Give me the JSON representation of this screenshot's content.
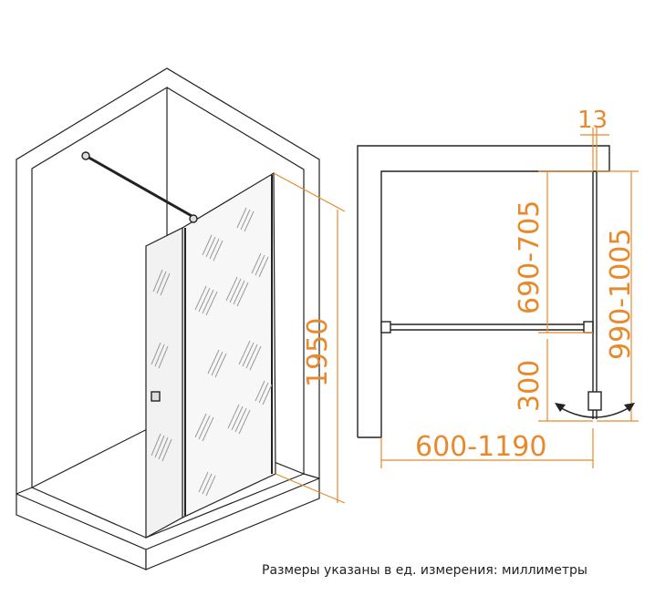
{
  "dimensions": {
    "height_total": "1950",
    "top_gap": "13",
    "brace_height": "690-705",
    "total_height_right": "990-1005",
    "bottom_gap": "300",
    "width_range": "600-1190"
  },
  "caption": "Размеры указаны в ед. измерения: миллиметры",
  "colors": {
    "dimension": "#e8892c",
    "line": "#222222",
    "glass": "#9a9a9a"
  }
}
